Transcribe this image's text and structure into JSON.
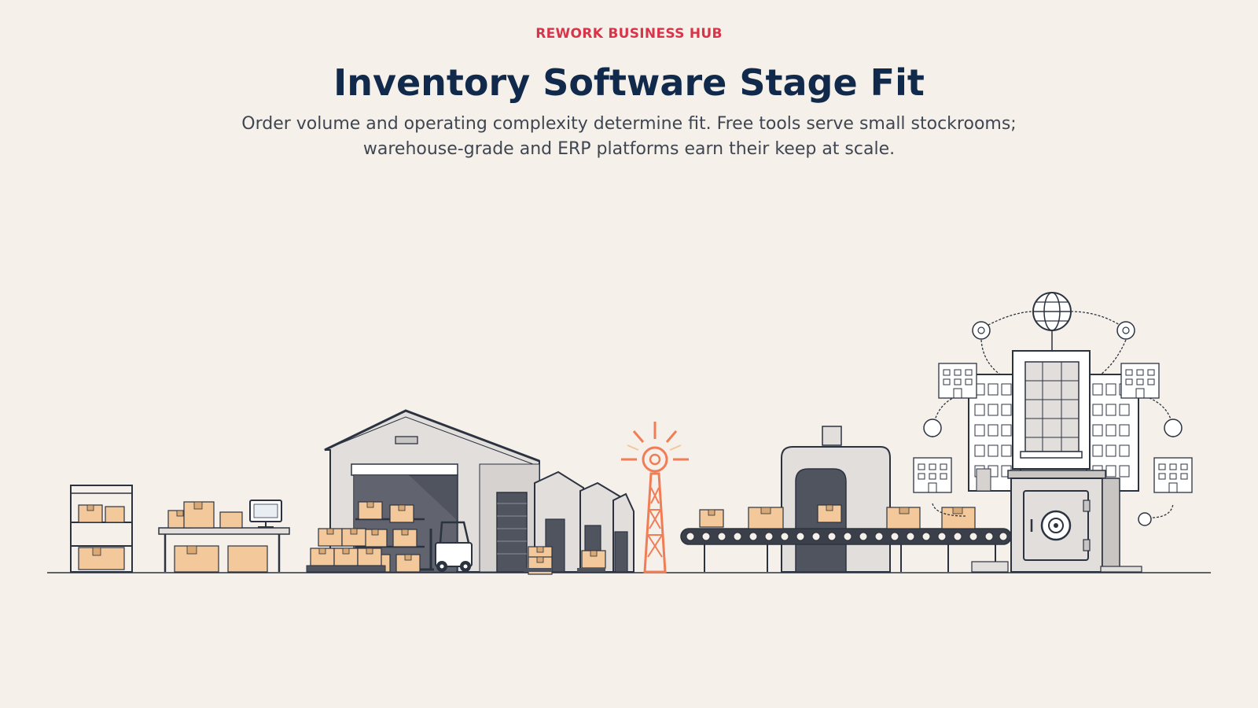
{
  "header": {
    "brand": "REWORK BUSINESS HUB",
    "title": "Inventory Software Stage Fit",
    "subtitle": "Order volume and operating complexity determine fit. Free tools serve small stockrooms; warehouse-grade and ERP platforms earn their keep at scale."
  },
  "colors": {
    "background": "#f5f1ea",
    "brand": "#d8344a",
    "title": "#11294a",
    "subtitle": "#3f4652",
    "line": "#2c3340",
    "box": "#f3c89a",
    "tower": "#f07d55",
    "building_fill": "#e2dedb",
    "dark_fill": "#50545e"
  },
  "illustration": {
    "stages": [
      "stockroom-shelf",
      "packing-desk",
      "warehouse",
      "signal-tower",
      "conveyor",
      "erp-headquarters"
    ],
    "icons": [
      "shelf-icon",
      "desk-icon",
      "computer-icon",
      "warehouse-icon",
      "forklift-icon",
      "tower-icon",
      "scanner-icon",
      "conveyor-icon",
      "office-building-icon",
      "globe-icon",
      "safe-icon"
    ]
  }
}
